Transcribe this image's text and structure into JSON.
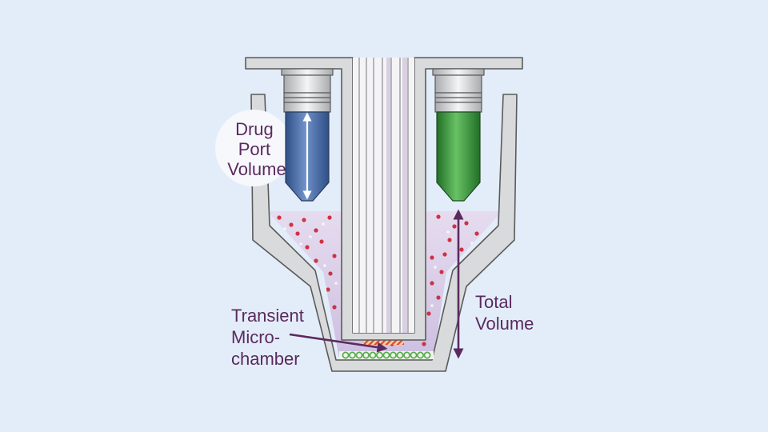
{
  "labels": {
    "drug_port": [
      "Drug",
      "Port",
      "Volume"
    ],
    "total_volume": [
      "Total",
      "Volume"
    ],
    "microchamber": [
      "Transient",
      "Micro-",
      "chamber"
    ]
  },
  "colors": {
    "background": "#e3edf9",
    "label_text": "#5a2a5e",
    "well_wall": "#d9dadc",
    "outline": "#5b5b5b",
    "media": "#dccfe8",
    "drug_blue": "#4a6ea8",
    "drug_green": "#3d9a3f",
    "cells": "#5cab54",
    "cell_particles": "#cc3344",
    "highlight_circle": "#f7f8fb"
  }
}
